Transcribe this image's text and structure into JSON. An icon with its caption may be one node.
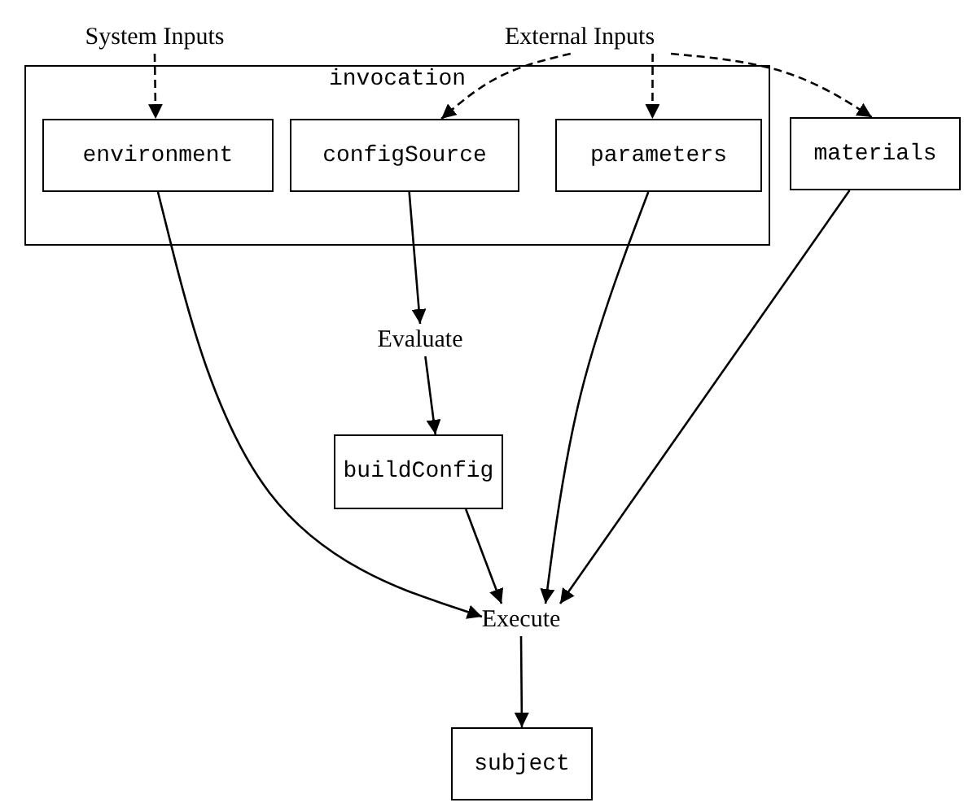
{
  "diagram": {
    "nodes": [
      {
        "text": [
          "System Inputs"
        ]
      },
      {
        "text": [
          "External Inputs"
        ]
      },
      {
        "text": [
          "invocation"
        ]
      },
      {
        "text": [
          "environment"
        ],
        "in": 2
      },
      {
        "text": [
          "configSource"
        ],
        "in": 2
      },
      {
        "text": [
          "parameters"
        ],
        "in": 2
      },
      {
        "text": [
          "materials"
        ]
      },
      {
        "text": [
          "Evaluate"
        ]
      },
      {
        "text": [
          "buildConfig"
        ]
      },
      {
        "text": [
          "Execute"
        ]
      },
      {
        "text": [
          "subject"
        ]
      }
    ],
    "edges": [
      {
        "from": 0,
        "to": 3,
        "arrow": "to",
        "style": "dashed"
      },
      {
        "from": 1,
        "to": 4,
        "arrow": "to",
        "style": "dashed"
      },
      {
        "from": 1,
        "to": 5,
        "arrow": "to",
        "style": "dashed"
      },
      {
        "from": 1,
        "to": 6,
        "arrow": "to",
        "style": "dashed"
      },
      {
        "from": 4,
        "to": 7,
        "arrow": "to"
      },
      {
        "from": 7,
        "to": 8,
        "arrow": "to"
      },
      {
        "from": 3,
        "to": 9,
        "arrow": "to"
      },
      {
        "from": 8,
        "to": 9,
        "arrow": "to"
      },
      {
        "from": 5,
        "to": 9,
        "arrow": "to"
      },
      {
        "from": 6,
        "to": 9,
        "arrow": "to"
      },
      {
        "from": 9,
        "to": 10,
        "arrow": "to"
      }
    ]
  }
}
